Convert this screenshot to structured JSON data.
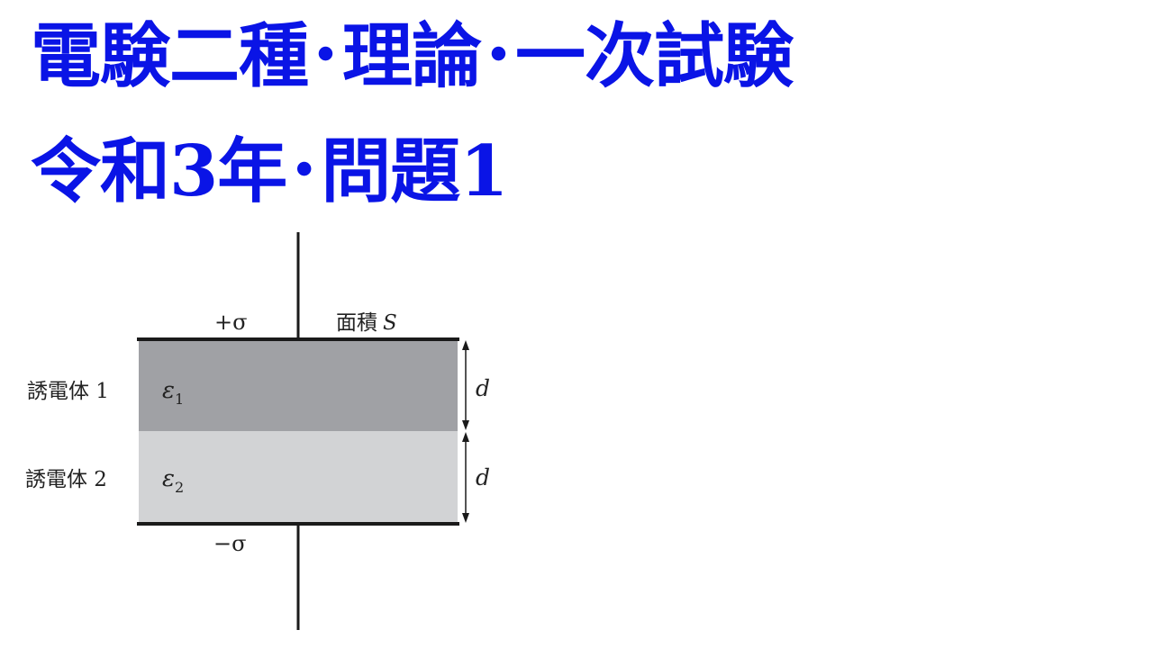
{
  "title": {
    "line1": "電験二種･理論･一次試験",
    "line2": "令和3年･問題1"
  },
  "diagram": {
    "plus_charge": "+σ",
    "minus_charge": "−σ",
    "area_label": "面積",
    "area_symbol": "S",
    "dielectric_1": {
      "label": "誘電体 1",
      "symbol": "ε",
      "subscript": "1",
      "thickness": "d"
    },
    "dielectric_2": {
      "label": "誘電体 2",
      "symbol": "ε",
      "subscript": "2",
      "thickness": "d"
    }
  },
  "colors": {
    "title": "#0a14e6",
    "dielectric_1_fill": "#a0a1a5",
    "dielectric_2_fill": "#d2d3d5",
    "line": "#1a1a1a"
  }
}
